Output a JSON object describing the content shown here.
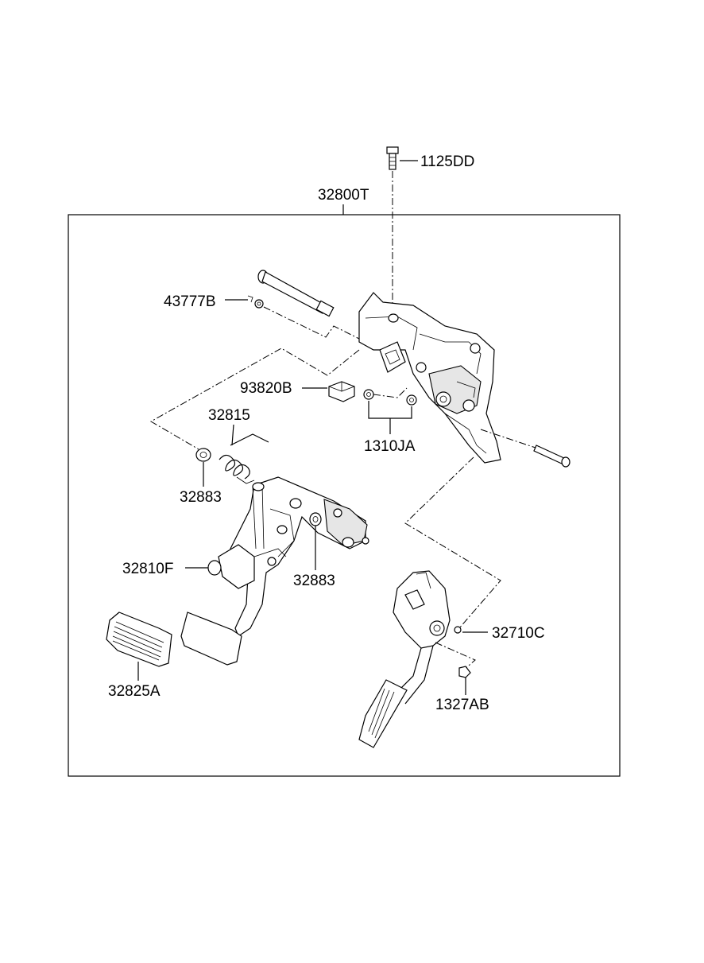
{
  "parts": {
    "assembly": "32800T",
    "bolt_top": "1125DD",
    "clip": "43777B",
    "switch": "93820B",
    "spring": "32815",
    "bushing_left": "32883",
    "nuts": "1310JA",
    "brake_pedal": "32810F",
    "bushing_mid": "32883",
    "accel_pedal": "32710C",
    "pad": "32825A",
    "nut_small": "1327AB"
  }
}
